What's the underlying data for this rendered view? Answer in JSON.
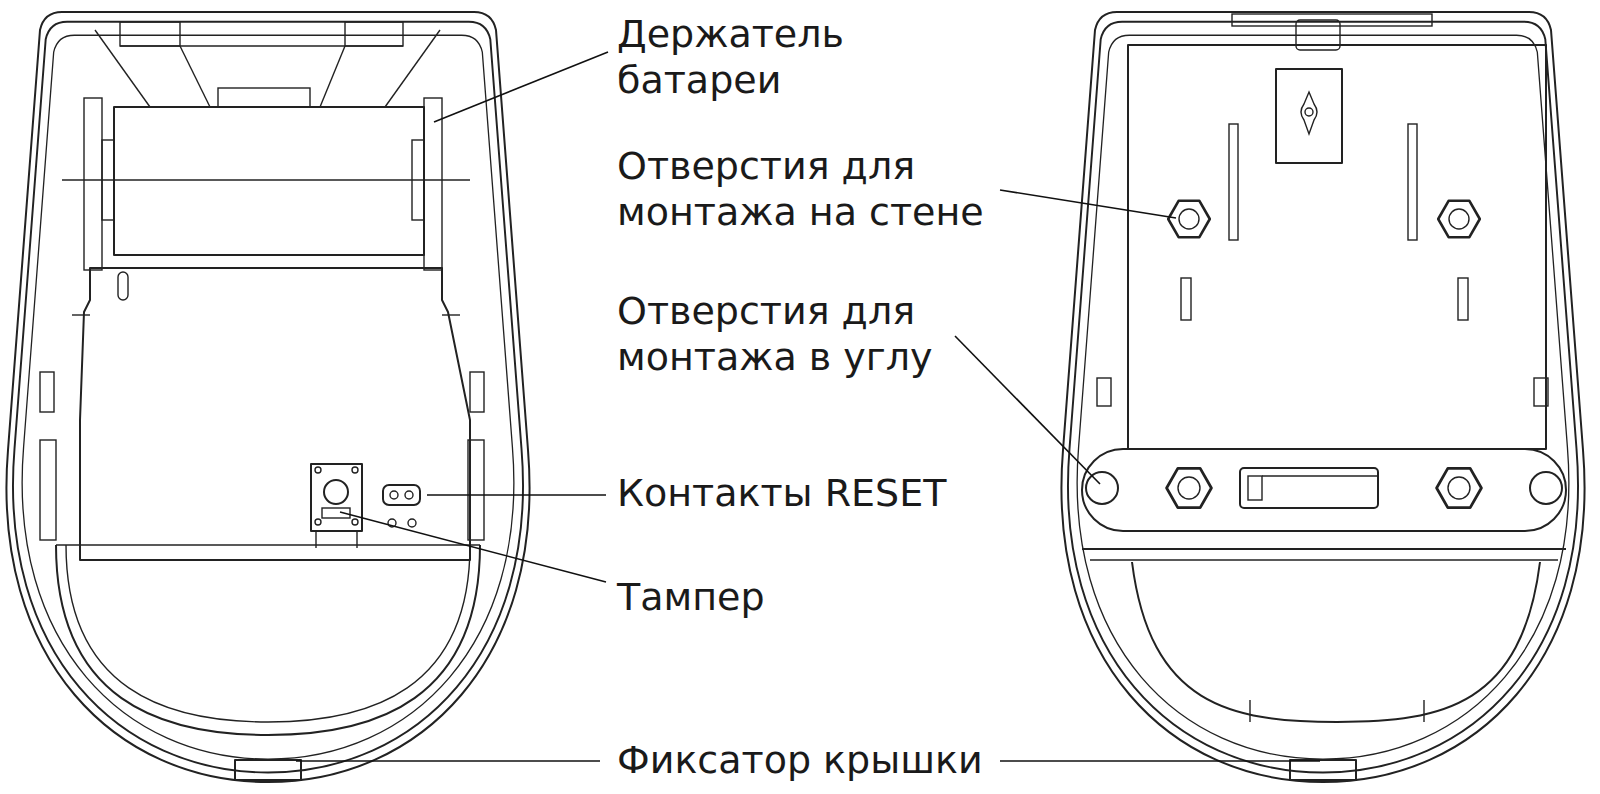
{
  "diagram": {
    "labels": [
      "Держатель батареи",
      "Отверстия для монтажа на стене",
      "Отверстия для монтажа в углу",
      "Контакты RESET",
      "Тампер",
      "Фиксатор крышки"
    ]
  }
}
